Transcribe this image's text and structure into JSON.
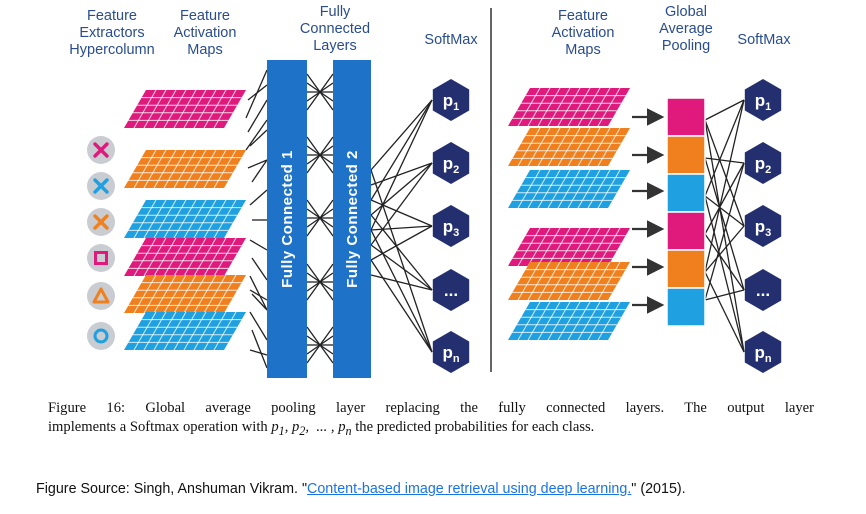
{
  "labels": {
    "extractors": [
      "Feature",
      "Extractors",
      "Hypercolumn"
    ],
    "activation_left": [
      "Feature",
      "Activation",
      "Maps"
    ],
    "fully_connected": [
      "Fully",
      "Connected",
      "Layers"
    ],
    "softmax_left": "SoftMax",
    "activation_right": [
      "Feature",
      "Activation",
      "Maps"
    ],
    "gap": [
      "Global",
      "Average",
      "Pooling"
    ],
    "softmax_right": "SoftMax"
  },
  "fc_layers": [
    "Fully Connected  1",
    "Fully Connected  2"
  ],
  "extractor_icons": [
    {
      "name": "cross-icon",
      "symbol": "✕",
      "color": "#e0197d"
    },
    {
      "name": "cross-icon",
      "symbol": "✕",
      "color": "#1fa0e0"
    },
    {
      "name": "cross-icon",
      "symbol": "✕",
      "color": "#f0801e"
    },
    {
      "name": "square-icon",
      "symbol": "□",
      "color": "#e0197d"
    },
    {
      "name": "triangle-icon",
      "symbol": "△",
      "color": "#f0801e"
    },
    {
      "name": "circle-icon",
      "symbol": "○",
      "color": "#1fa0e0"
    }
  ],
  "output_nodes": [
    {
      "base": "p",
      "sub": "1"
    },
    {
      "base": "p",
      "sub": "2"
    },
    {
      "base": "p",
      "sub": "3"
    },
    {
      "base": "...",
      "sub": ""
    },
    {
      "base": "p",
      "sub": "n"
    }
  ],
  "map_colors": [
    "#e0197d",
    "#f0801e",
    "#1fa0e0",
    "#e0197d",
    "#f0801e",
    "#1fa0e0"
  ],
  "gap_colors": [
    "#e0197d",
    "#f0801e",
    "#1fa0e0",
    "#e0197d",
    "#f0801e",
    "#1fa0e0"
  ],
  "colors": {
    "fc_blue": "#1e73c8",
    "node_navy": "#232f6e",
    "line": "#222222"
  },
  "caption": {
    "line1": "Figure 16: Global average pooling layer replacing the fully connected layers. The output layer",
    "line2_pre": "implements a Softmax operation with ",
    "math": "p1, p2,  ... , pn",
    "line2_post": " the predicted probabilities for each class."
  },
  "source": {
    "prefix": "Figure Source: Singh, Anshuman Vikram. \"",
    "link": "Content-based image retrieval using deep learning.",
    "suffix": "\" (2015)."
  }
}
